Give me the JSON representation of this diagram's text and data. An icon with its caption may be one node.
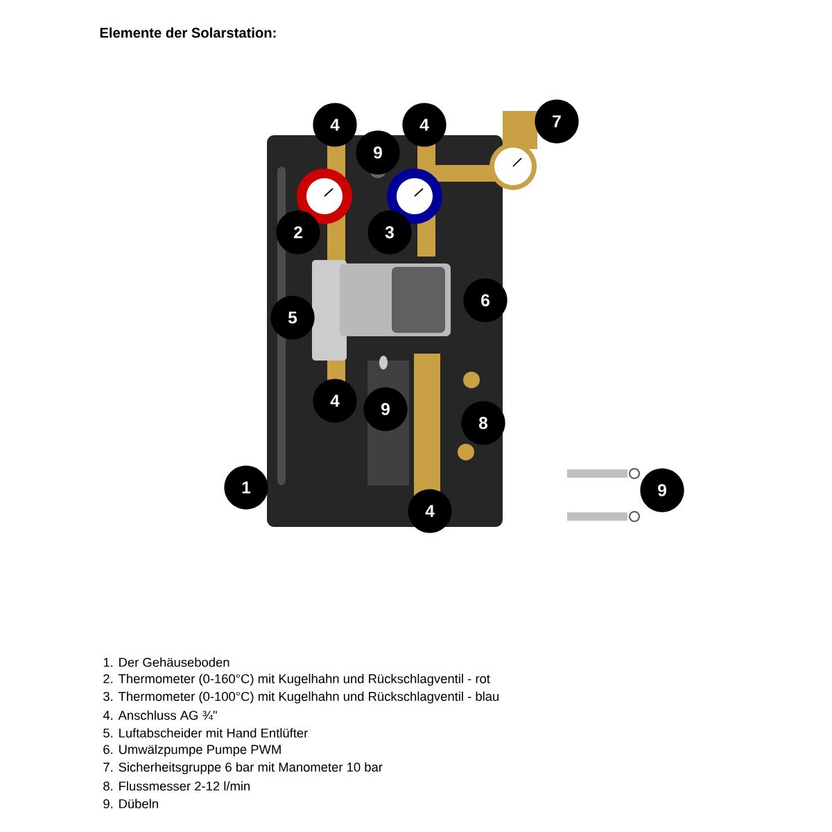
{
  "diagram": {
    "title": "Elemente der Solarstation:",
    "labels": [
      "4",
      "4",
      "7",
      "9",
      "2",
      "3",
      "6",
      "5",
      "4",
      "9",
      "8",
      "1",
      "9",
      "4",
      "1. Der Gehäuseboden",
      "2. Thermometer (0-160°C) mit Kugelhahn und Rückschlagventil - rot",
      "3. Thermometer (0-100°C) mit Kugelhahn und Rückschlagventil - blau",
      "4. Anschluss AG ¾\"",
      "5. Luftabscheider mit Hand Entlüfter",
      "6. Umwälzpumpe Pumpe PWM",
      "7. Sicherheitsgruppe 6 bar mit Manometer 10 bar",
      "8. Flussmesser 2-12 l/min",
      "9. Dübeln"
    ]
  }
}
